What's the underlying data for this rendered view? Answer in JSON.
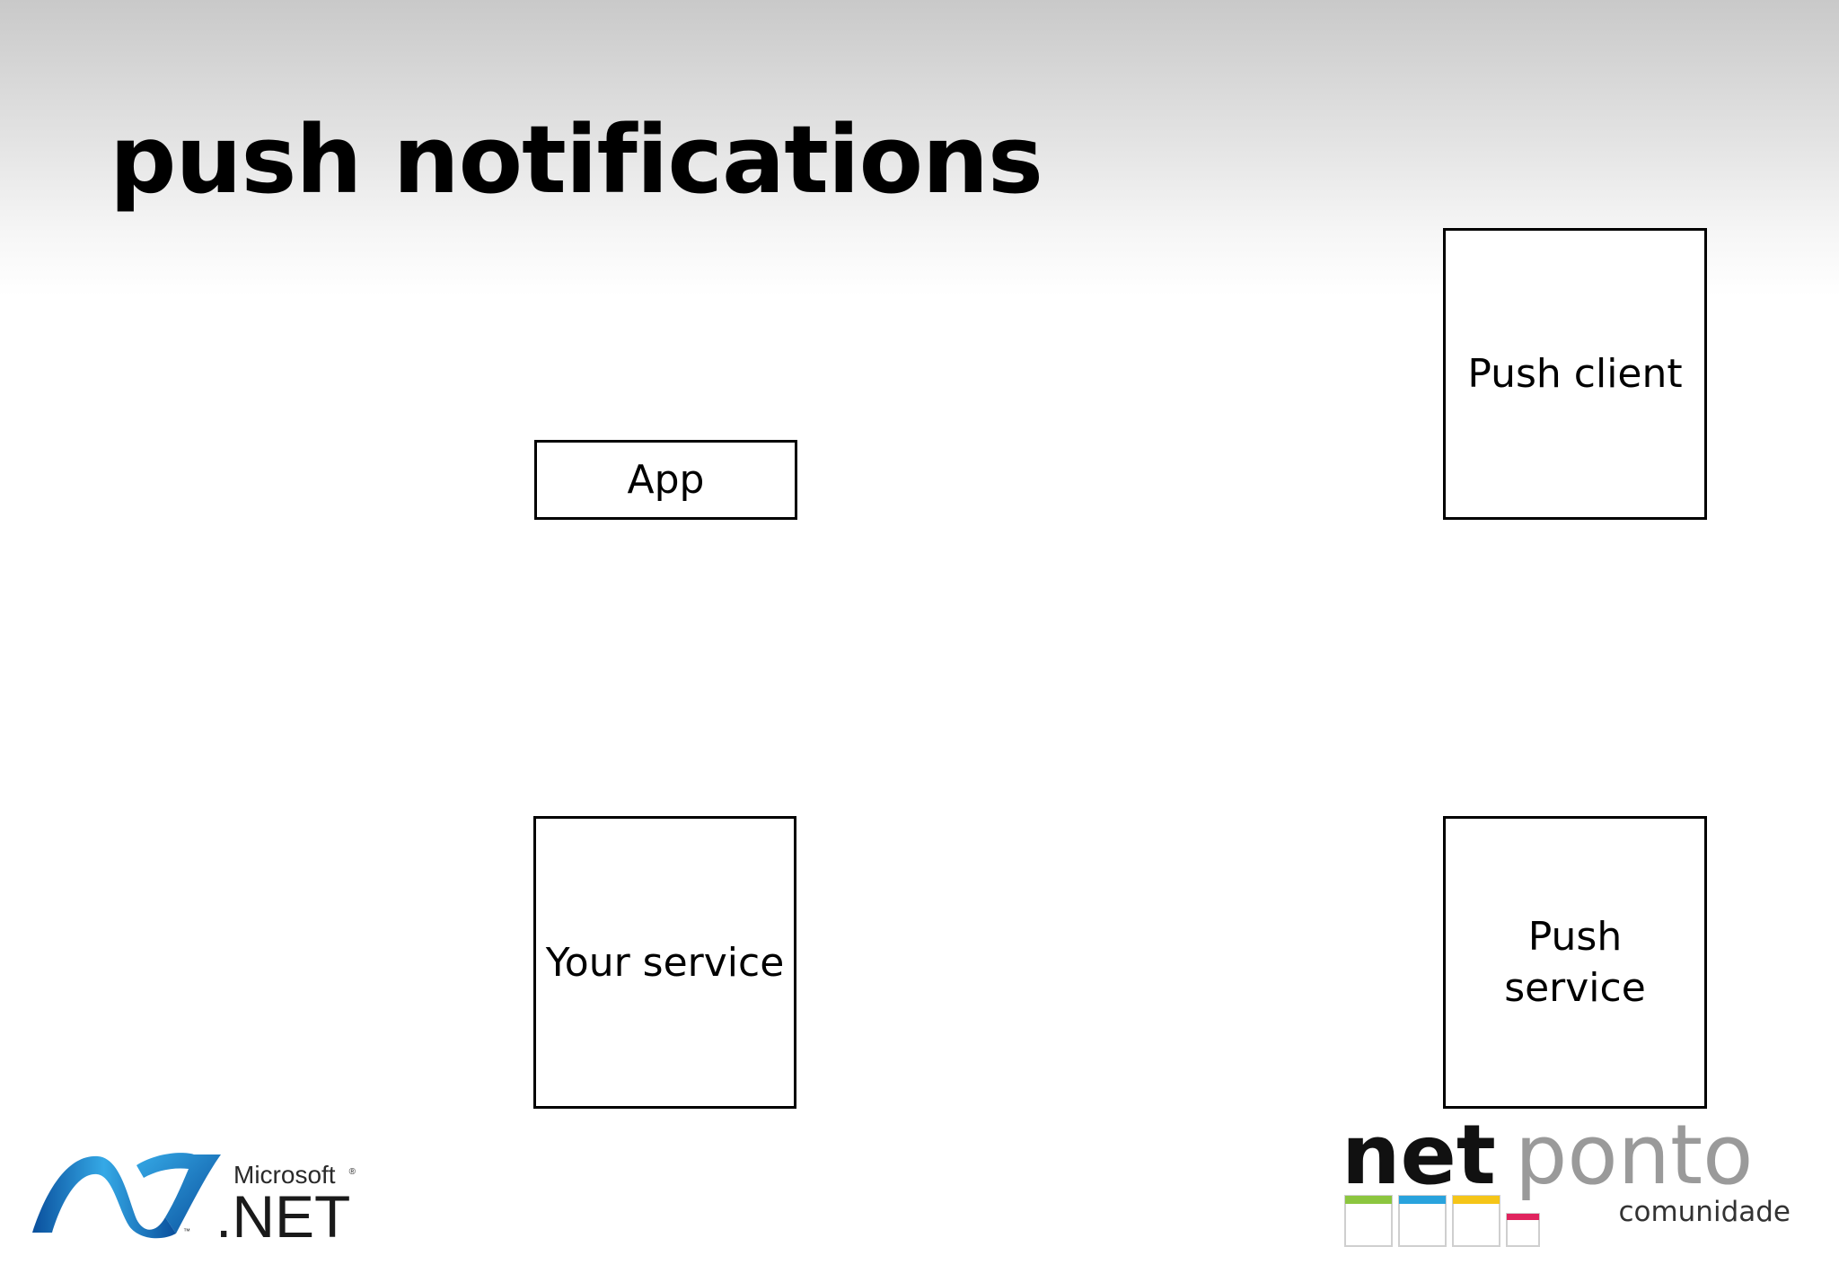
{
  "slide": {
    "title": "push notifications"
  },
  "diagram": {
    "boxes": {
      "app": {
        "label": "App"
      },
      "push_client": {
        "label": "Push client"
      },
      "your_service": {
        "label": "Your service"
      },
      "push_service": {
        "label": "Push service"
      }
    }
  },
  "logos": {
    "dotnet": {
      "brand": "Microsoft",
      "product": ".NET",
      "tm": "™"
    },
    "netponto": {
      "part1": "net",
      "part2": "ponto",
      "tagline": "comunidade"
    }
  },
  "colors": {
    "dotnet_blue_dark": "#0a4f9c",
    "dotnet_blue_light": "#35a9e6",
    "netponto_green": "#8cc63f",
    "netponto_blue": "#29a3dd",
    "netponto_yellow": "#f5c518",
    "netponto_red": "#e0245e",
    "netponto_gray": "#9a9a9a"
  }
}
